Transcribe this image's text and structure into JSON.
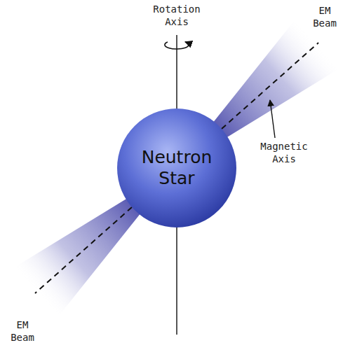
{
  "diagram": {
    "nodes": [
      {
        "text": [
          "Neutron Star"
        ]
      }
    ],
    "labels": [
      "Rotation Axis",
      "EM Beam",
      "Magnetic Axis",
      "EM Beam"
    ]
  }
}
